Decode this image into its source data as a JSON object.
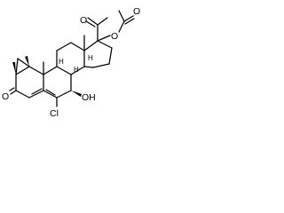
{
  "molecule": {
    "atoms": {
      "carbonyl_ketone_O": "O",
      "ester_carbonyl_O": "O",
      "ester_O": "O",
      "chlorine": "Cl",
      "hydroxyl": "OH",
      "hydroxyl_prefix": "",
      "methyl_1": "",
      "methyl_2": ""
    },
    "stereo_hydrogens": [
      "H",
      "H",
      "H"
    ]
  },
  "colors": {
    "bond": "#000000",
    "background": "#ffffff"
  }
}
